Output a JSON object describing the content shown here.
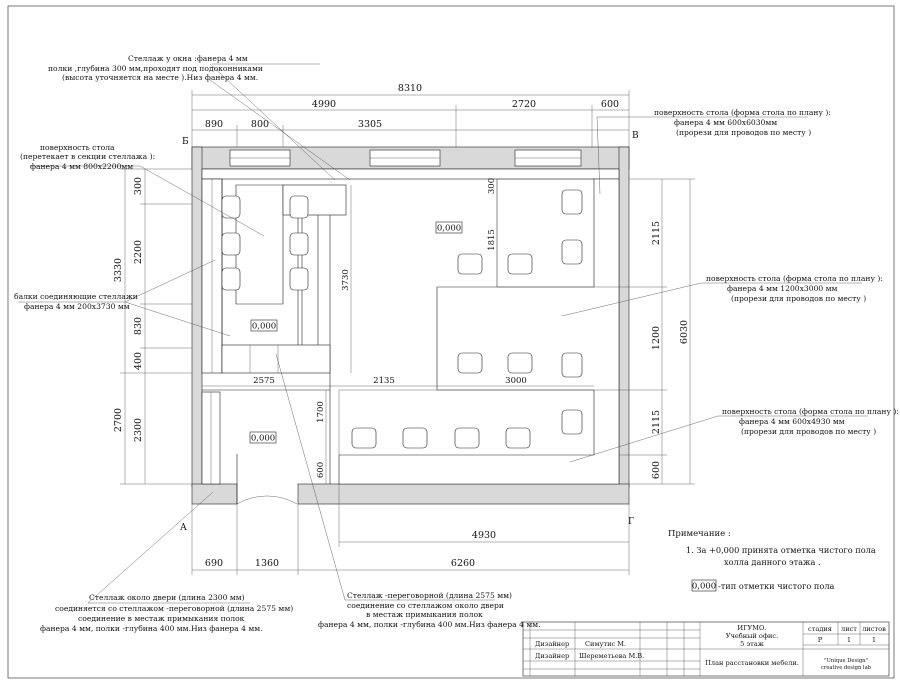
{
  "notes": {
    "shelf_window": [
      "Стеллаж у окна :фанера 4 мм",
      "полки ,глубина 300 мм,проходят под подоконниками",
      "(высота уточняется на месте ).Низ фанера 4 мм."
    ],
    "table_top_left": [
      "поверхность стола",
      "(перетекает в секции стеллажа ):",
      "фанера 4 мм 800х2200мм"
    ],
    "beams": [
      "балки соединяющие стеллажи",
      "фанера 4 мм 200х3730 мм"
    ],
    "table_top_right1": [
      "поверхность стола (форма стола по плану ):",
      "фанера 4 мм 600х6030мм",
      "(прорези для проводов по месту )"
    ],
    "table_top_right2": [
      "поверхность стола (форма стола по плану ):",
      "фанера 4 мм 1200х3000 мм",
      "(прорези для проводов по месту )"
    ],
    "table_top_right3": [
      "поверхность стола (форма стола по плану ):",
      "фанера 4 мм 600х4930 мм",
      "(прорези для проводов по месту )"
    ],
    "shelf_door": [
      "Стеллаж около двери  (длина 2300 мм)",
      "соединяется со стеллажом -переговорной (длина 2575 мм)",
      "соединение в местаж примыкания полок",
      "фанера 4 мм, полки -глубина 400 мм.Низ фанера 4 мм."
    ],
    "shelf_meeting": [
      "Стеллаж -переговорной  (длина 2575 мм)",
      "соединение со стеллажом около двери",
      "в местаж примыкания полок",
      "фанера 4 мм, полки -глубина 400 мм.Низ фанера 4 мм."
    ]
  },
  "dimensions": {
    "top_total": "8310",
    "top_4990": "4990",
    "top_2720": "2720",
    "top_600": "600",
    "top_890": "890",
    "top_800": "800",
    "top_3305": "3305",
    "left_3330": "3330",
    "left_300": "300",
    "left_2200": "2200",
    "left_830": "830",
    "left_400": "400",
    "left_2700": "2700",
    "left_2300": "2300",
    "inner_3730": "3730",
    "inner_1815": "1815",
    "inner_300": "300",
    "inner_1700": "1700",
    "inner_600": "600",
    "mid_2575": "2575",
    "mid_2135": "2135",
    "mid_3000": "3000",
    "right_6030": "6030",
    "right_2115a": "2115",
    "right_1200": "1200",
    "right_2115b": "2115",
    "right_600": "600",
    "bottom_4930": "4930",
    "bottom_690": "690",
    "bottom_1360": "1360",
    "bottom_6260": "6260"
  },
  "axes": {
    "b": "Б",
    "v": "В",
    "a": "А",
    "g": "Г"
  },
  "levels": {
    "l1": "0,000",
    "l2": "0,000",
    "l3": "0,000",
    "legend_value": "0,000"
  },
  "remarks": {
    "title": "Примечание :",
    "item1_line1": "1. За +0,000 принята отметка чистого пола",
    "item1_line2": "холла данного этажа .",
    "legend_text": "-тип отметки чистого пола"
  },
  "title_block": {
    "role1": "Дизайнер",
    "name1": "Симутис М.",
    "role2": "Дизайнер",
    "name2": "Шереметьева М.В.",
    "org": "ИГУМО.",
    "project_line1": "Учебный офис.",
    "project_line2": "5 этаж",
    "drawing_title": "План расстановки мебели.",
    "h_stage": "стадия",
    "h_sheet": "лист",
    "h_sheets": "листов",
    "v_stage": "Р",
    "v_sheet": "1",
    "v_sheets": "1",
    "studio_line1": "\"Unique Design\"",
    "studio_line2": "creative design lab"
  }
}
